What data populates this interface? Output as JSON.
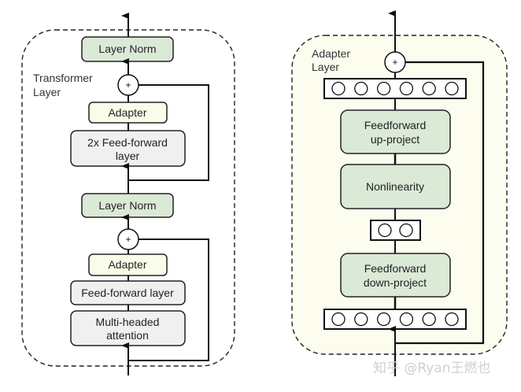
{
  "colors": {
    "green_block": "#dbe9d7",
    "yellow_block": "#fbfbe9",
    "gray_block": "#f0f0f0",
    "adapter_panel_bg": "#fcfcef",
    "stroke": "#111111",
    "watermark": "#d0d0d0"
  },
  "transformer_layer": {
    "label_line1": "Transformer",
    "label_line2": "Layer",
    "upper_block": {
      "layer_norm": "Layer Norm",
      "add": "+",
      "adapter": "Adapter",
      "feed_forward_line1": "2x Feed-forward",
      "feed_forward_line2": "layer"
    },
    "lower_block": {
      "layer_norm": "Layer Norm",
      "add": "+",
      "adapter": "Adapter",
      "feed_forward": "Feed-forward layer",
      "attention_line1": "Multi-headed",
      "attention_line2": "attention"
    }
  },
  "adapter_layer": {
    "label_line1": "Adapter",
    "label_line2": "Layer",
    "add": "+",
    "output_neurons": 6,
    "up_project_line1": "Feedforward",
    "up_project_line2": "up-project",
    "nonlinearity": "Nonlinearity",
    "bottleneck_neurons": 2,
    "down_project_line1": "Feedforward",
    "down_project_line2": "down-project",
    "input_neurons": 6
  },
  "watermark": "知乎 @Ryan王燃也"
}
